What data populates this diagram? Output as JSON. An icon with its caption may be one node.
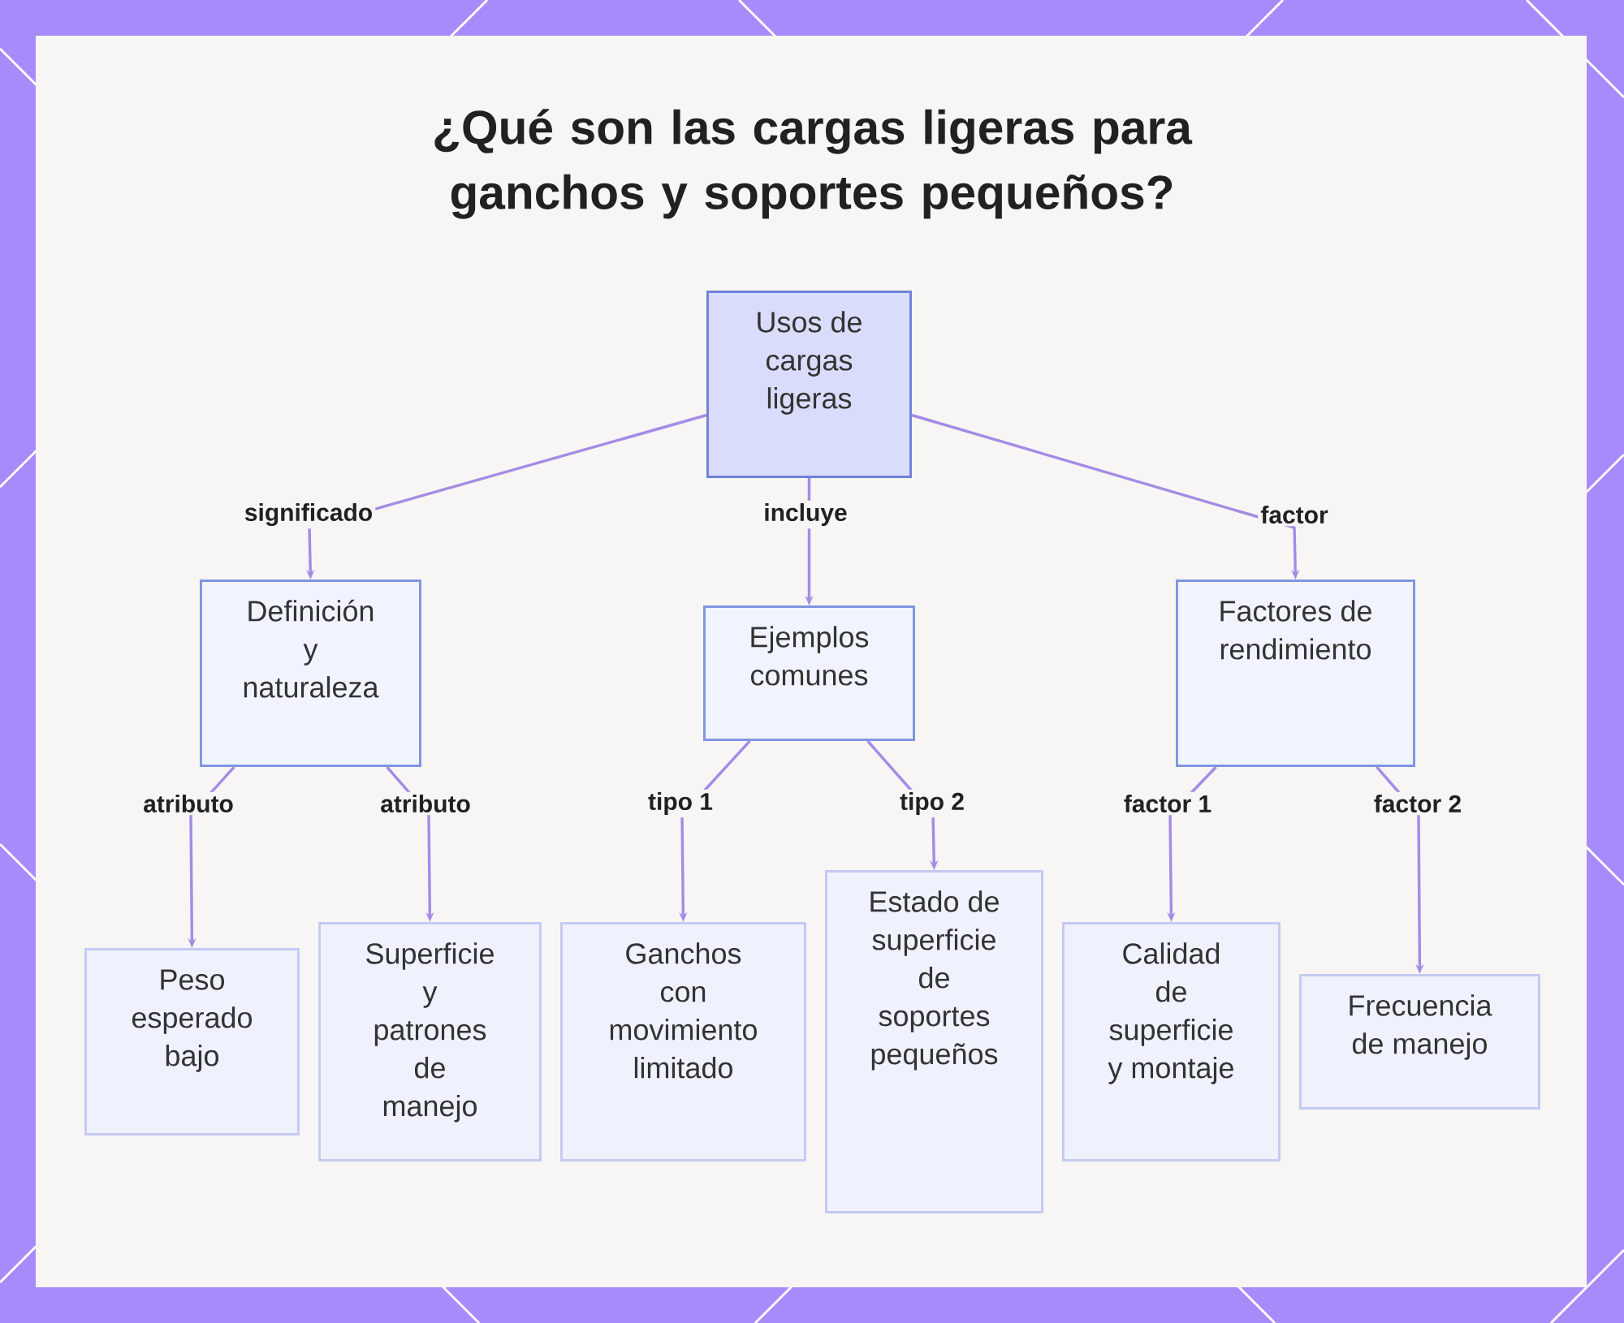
{
  "diagram": {
    "title": "¿Qué son las cargas ligeras para ganchos y soportes pequeños?",
    "nodes": [
      {
        "text": [
          "Usos de cargas ligeras"
        ]
      },
      {
        "text": [
          "Definición y naturaleza"
        ]
      },
      {
        "text": [
          "Ejemplos comunes"
        ]
      },
      {
        "text": [
          "Factores de rendimiento"
        ]
      },
      {
        "text": [
          "Peso esperado bajo"
        ]
      },
      {
        "text": [
          "Superficie y patrones de manejo"
        ]
      },
      {
        "text": [
          "Ganchos con movimiento limitado"
        ]
      },
      {
        "text": [
          "Estado de superficie de soportes pequeños"
        ]
      },
      {
        "text": [
          "Calidad de superficie y montaje"
        ]
      },
      {
        "text": [
          "Frecuencia de manejo"
        ]
      }
    ],
    "edges": [
      {
        "from": 0,
        "to": 1,
        "arrow": "to",
        "label": "significado"
      },
      {
        "from": 0,
        "to": 2,
        "arrow": "to",
        "label": "incluye"
      },
      {
        "from": 0,
        "to": 3,
        "arrow": "to",
        "label": "factor"
      },
      {
        "from": 1,
        "to": 4,
        "arrow": "to",
        "label": "atributo"
      },
      {
        "from": 1,
        "to": 5,
        "arrow": "to",
        "label": "atributo"
      },
      {
        "from": 2,
        "to": 6,
        "arrow": "to",
        "label": "tipo 1"
      },
      {
        "from": 2,
        "to": 7,
        "arrow": "to",
        "label": "tipo 2"
      },
      {
        "from": 3,
        "to": 8,
        "arrow": "to",
        "label": "factor 1"
      },
      {
        "from": 3,
        "to": 9,
        "arrow": "to",
        "label": "factor 2"
      }
    ]
  }
}
